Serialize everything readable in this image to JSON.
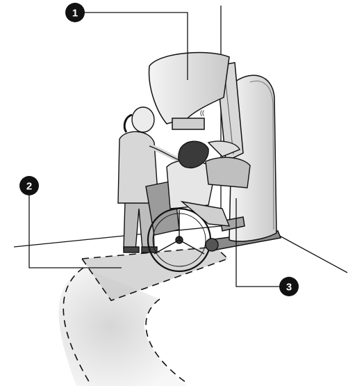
{
  "markers": [
    {
      "id": "1",
      "label": "1"
    },
    {
      "id": "2",
      "label": "2"
    },
    {
      "id": "3",
      "label": "3"
    }
  ],
  "colors": {
    "line": "#111111",
    "fill_light": "#e9e9e9",
    "fill_mid": "#bdbdbd",
    "fill_dark": "#6f6f6f",
    "floor_shadow": "#cfcfcf"
  }
}
